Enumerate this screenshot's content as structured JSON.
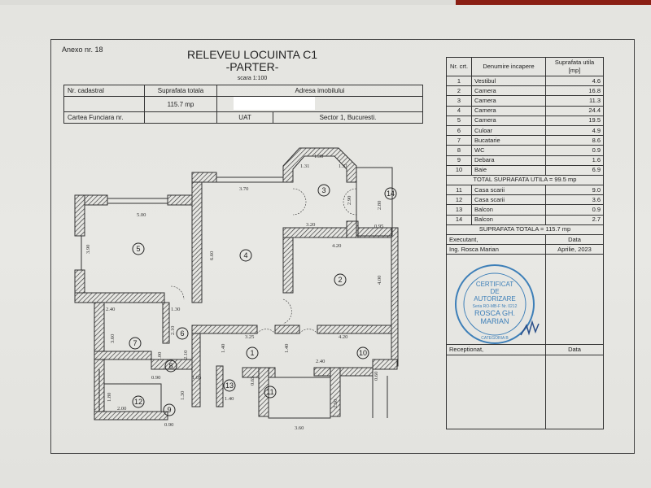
{
  "header": {
    "annex": "Anexo nr. 18",
    "title": "RELEVEU LOCUINTA C1",
    "subtitle": "-PARTER-",
    "scale": "scara 1:100"
  },
  "info_table": {
    "cadastral_label": "Nr. cadastral",
    "cadastral_value": "",
    "total_area_label": "Suprafata totala",
    "total_area_value": "115.7 mp",
    "address_label": "Adresa imobilului",
    "land_book_label": "Cartea Funciara nr.",
    "land_book_value": "",
    "uat_label": "UAT",
    "uat_value": "Sector 1, Bucuresti."
  },
  "rooms_table": {
    "headers": [
      "Nr. crt.",
      "Denumire incapere",
      "Suprafata utila [mp]"
    ],
    "rows": [
      {
        "nr": "1",
        "name": "Vestibul",
        "area": "4.6"
      },
      {
        "nr": "2",
        "name": "Camera",
        "area": "16.8"
      },
      {
        "nr": "3",
        "name": "Camera",
        "area": "11.3"
      },
      {
        "nr": "4",
        "name": "Camera",
        "area": "24.4"
      },
      {
        "nr": "5",
        "name": "Camera",
        "area": "19.5"
      },
      {
        "nr": "6",
        "name": "Culoar",
        "area": "4.9"
      },
      {
        "nr": "7",
        "name": "Bucatarie",
        "area": "8.6"
      },
      {
        "nr": "8",
        "name": "WC",
        "area": "0.9"
      },
      {
        "nr": "9",
        "name": "Debara",
        "area": "1.6"
      },
      {
        "nr": "10",
        "name": "Baie",
        "area": "6.9"
      }
    ],
    "total_useful": "TOTAL SUPRAFATA UTILA = 99.5 mp",
    "rows2": [
      {
        "nr": "11",
        "name": "Casa scarii",
        "area": "9.0"
      },
      {
        "nr": "12",
        "name": "Casa scarii",
        "area": "3.6"
      },
      {
        "nr": "13",
        "name": "Balcon",
        "area": "0.9"
      },
      {
        "nr": "14",
        "name": "Balcon",
        "area": "2.7"
      }
    ],
    "total": "SUPRAFATA TOTALA = 115.7 mp",
    "executant_label": "Executant,",
    "date_label": "Data",
    "executant_name": "Ing. Rosca Marian",
    "executant_date": "Aprilie, 2023",
    "received_label": "Receptionat,",
    "received_date_label": "Data"
  },
  "stamp": {
    "lines": [
      "CERTIFICAT",
      "DE",
      "AUTORIZARE",
      "Seria RO-MB-F Nr. 0212",
      "ROSCA GH.",
      "MARIAN"
    ],
    "category": "CATEGORIA B"
  },
  "plan": {
    "room_numbers": [
      "1",
      "2",
      "3",
      "4",
      "5",
      "6",
      "7",
      "8",
      "9",
      "10",
      "11",
      "12",
      "13",
      "14"
    ],
    "dims": {
      "d5w": "5.00",
      "d5h": "3.90",
      "d4w": "3.70",
      "d4h": "6.60",
      "d3a": "1.31",
      "d3b": "1.30",
      "d3c": "1.31",
      "d3h": "2.90",
      "d3w": "3.20",
      "d14h": "2.80",
      "d14w": "0.95",
      "d2w": "4.20",
      "d2h": "4.00",
      "d7w": "2.40",
      "d7h": "3.60",
      "d6w": "1.30",
      "d6h": "2.10",
      "d6h2": "2.10",
      "d8w": "0.90",
      "d8h": "1.00",
      "d1w": "1.05",
      "d1a": "3.25",
      "d10w": "4.20",
      "d10b": "2.40",
      "d10h": "0.60",
      "d1h": "1.40",
      "d1h2": "1.40",
      "d13w": "1.40",
      "d13h": "0.65",
      "d11w": "3.60",
      "d11h": "2.50",
      "d12w": "2.00",
      "d12h": "1.80",
      "d9w": "0.90",
      "d9h": "1.30"
    }
  }
}
